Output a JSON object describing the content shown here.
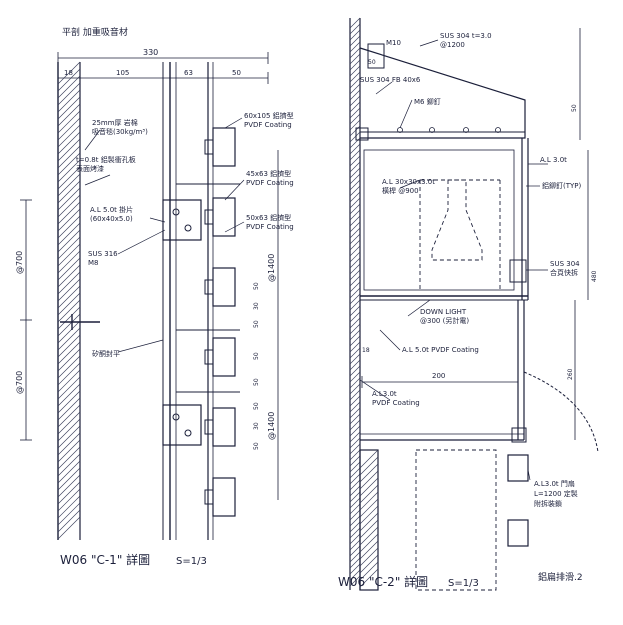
{
  "left_detail": {
    "top_note": "平剖 加重吸音材",
    "dim_total": "330",
    "dims_top": [
      "18",
      "105",
      "63",
      "50"
    ],
    "notes": {
      "acoustic": "25mm厚 岩棉\n吸音毯(30kg/m³)",
      "perforated": "t=0.8t 鋁製衝孔板\n表面烤漆",
      "bracket": "A.L 5.0t 掛片\n(60x40x5.0)",
      "anchor": "SUS 316\nM8",
      "tube1": "60x105 鋁擠型\nPVDF Coating",
      "tube2": "45x63 鋁擠型\nPVDF Coating",
      "tube3": "50x63 鋁擠型\nPVDF Coating",
      "sealant": "矽酮封平"
    },
    "dims_vertical": [
      "@700",
      "@700"
    ],
    "dims_right": [
      "@1400",
      "@1400"
    ],
    "dims_small": [
      "50",
      "30",
      "50",
      "50",
      "50",
      "50",
      "30",
      "50"
    ],
    "title": "W06 \"C-1\" 詳圖",
    "scale": "S=1/3"
  },
  "right_detail": {
    "notes": {
      "m10": "M10",
      "sus_top": "SUS 304 t=3.0\n@1200",
      "d50": "50",
      "sus_fb": "SUS 304 FB 40x6",
      "m6": "M6 鉚釘",
      "al30t": "A.L 3.0t",
      "rivet": "鋁鉚釘(TYP)",
      "frame": "A.L 30x30x3.0t\n橫桿 @900",
      "sus304_2": "SUS 304\n合頁快拆",
      "d480": "480",
      "downlight": "DOWN LIGHT\n@300 (另計電)",
      "d18": "18",
      "al50t": "A.L 5.0t PVDF Coating",
      "d200": "200",
      "al30t_b": "A.L3.0t\nPVDF Coating",
      "d260": "260",
      "al30t_door": "A.L3.0t 門扇\nL=1200 定製\n附拆裝鎖",
      "d50b": "50"
    },
    "title": "W06 \"C-2\" 詳圖",
    "scale": "S=1/3",
    "stamp": "鋁扁排滑.2"
  }
}
